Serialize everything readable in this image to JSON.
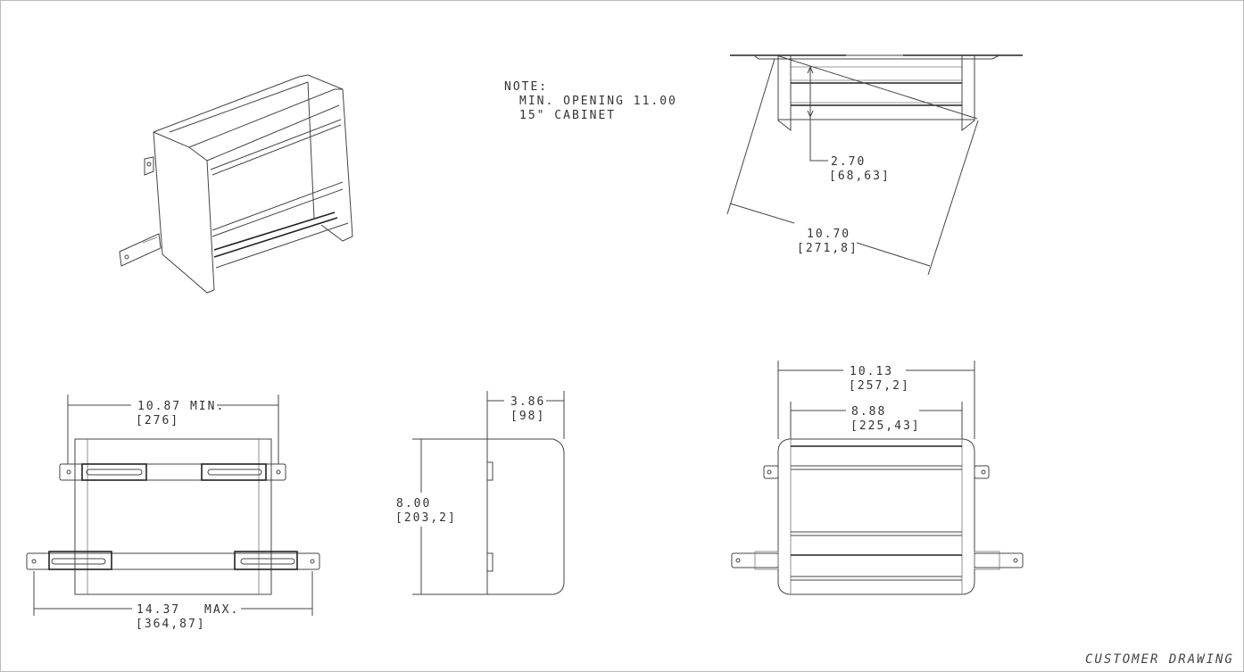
{
  "note": {
    "heading": "NOTE:",
    "lines": [
      "MIN. OPENING 11.00",
      "15\" CABINET"
    ]
  },
  "top_view": {
    "depth_dim": {
      "value": "2.70",
      "metric": "[68,63]"
    },
    "swing_dim": {
      "value": "10.70",
      "metric": "[271,8]"
    }
  },
  "front_bracket_view": {
    "min_dim": {
      "value": "10.87 MIN.",
      "metric": "[276]"
    },
    "max_dim": {
      "value": "14.37",
      "suffix": "MAX.",
      "metric": "[364,87]"
    }
  },
  "side_view": {
    "width_dim": {
      "value": "3.86",
      "metric": "[98]"
    },
    "height_dim": {
      "value": "8.00",
      "metric": "[203,2]"
    }
  },
  "rear_view": {
    "outer_dim": {
      "value": "10.13",
      "metric": "[257,2]"
    },
    "inner_dim": {
      "value": "8.88",
      "metric": "[225,43]"
    }
  },
  "footer": "CUSTOMER DRAWING",
  "colors": {
    "line": "#444444",
    "background": "#ffffff"
  }
}
